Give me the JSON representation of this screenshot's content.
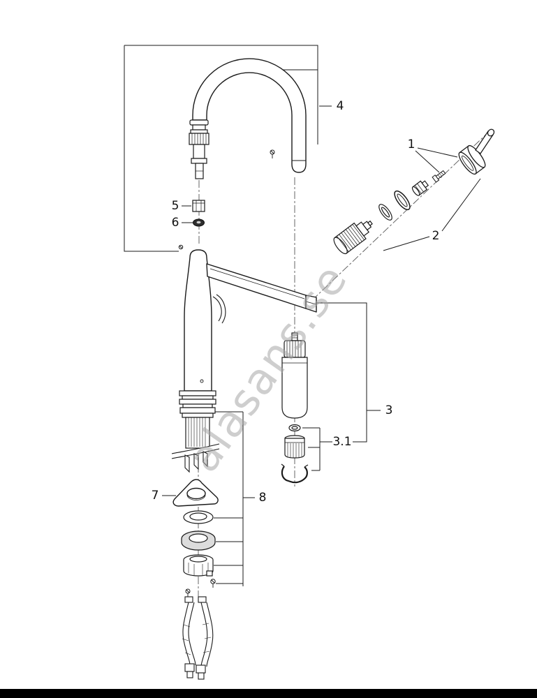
{
  "page": {
    "background": "#ffffff",
    "footer_color": "#000000"
  },
  "watermark": {
    "text": "alasans.se",
    "color": "#bdbdbd"
  },
  "diagram": {
    "description": "Exploded parts diagram of a single-lever kitchen faucet with pull-out gooseneck spout",
    "line_color": "#1a1a1a",
    "labels": [
      {
        "part": "1",
        "text": "1"
      },
      {
        "part": "2",
        "text": "2"
      },
      {
        "part": "3",
        "text": "3"
      },
      {
        "part": "3.1",
        "text": "3.1"
      },
      {
        "part": "4",
        "text": "4"
      },
      {
        "part": "5",
        "text": "5"
      },
      {
        "part": "6",
        "text": "6"
      },
      {
        "part": "7",
        "text": "7"
      },
      {
        "part": "8",
        "text": "8"
      }
    ]
  }
}
